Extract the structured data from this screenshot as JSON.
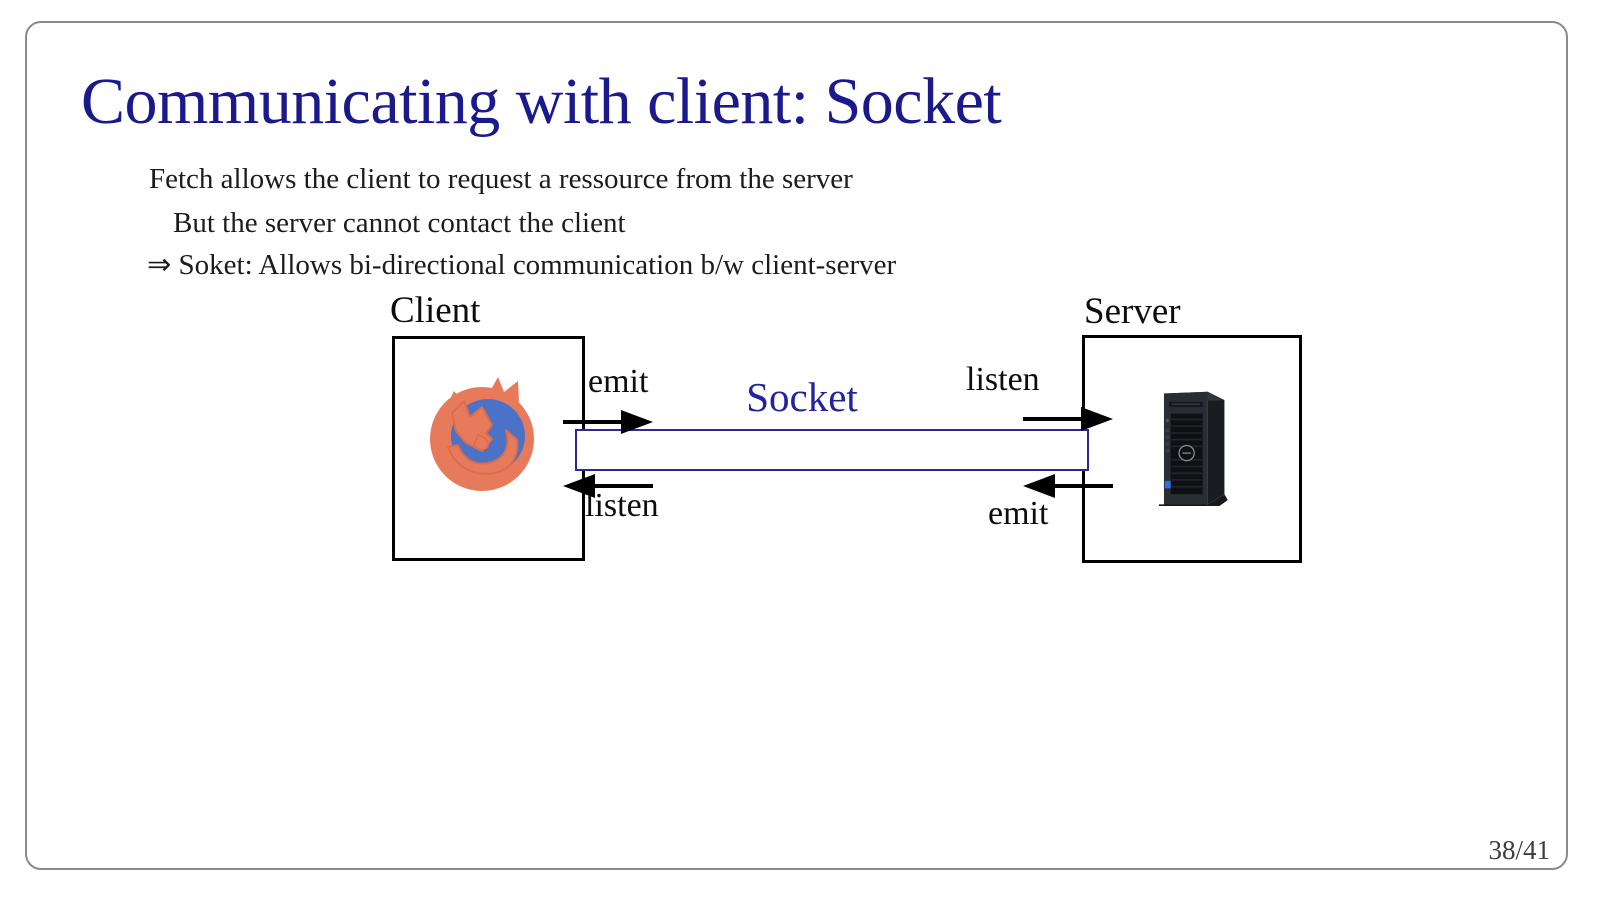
{
  "slide": {
    "title": "Communicating with client: Socket",
    "body_lines": [
      "Fetch allows the client to request a ressource from the server",
      "But the server cannot contact the client",
      "⇒ Soket: Allows bi-directional communication b/w client-server"
    ],
    "page_number": "38/41"
  },
  "diagram": {
    "client_label": "Client",
    "server_label": "Server",
    "socket_label": "Socket",
    "client_emit_label": "emit",
    "client_listen_label": "listen",
    "server_listen_label": "listen",
    "server_emit_label": "emit",
    "client_icon": "firefox-browser-logo",
    "server_icon": "dell-tower-server"
  },
  "colors": {
    "title_navy": "#1a1a8c",
    "socket_text_blue": "#23239b",
    "socket_border_blue": "#2a2a96",
    "body_text": "#1c1c1c",
    "frame_gray": "#8a8a8a",
    "arrow_black": "#000000",
    "firefox_orange": "#e87a5c",
    "firefox_blue": "#4a72c6",
    "dell_dark": "#26292e",
    "intel_badge_blue": "#2f6fe0"
  }
}
